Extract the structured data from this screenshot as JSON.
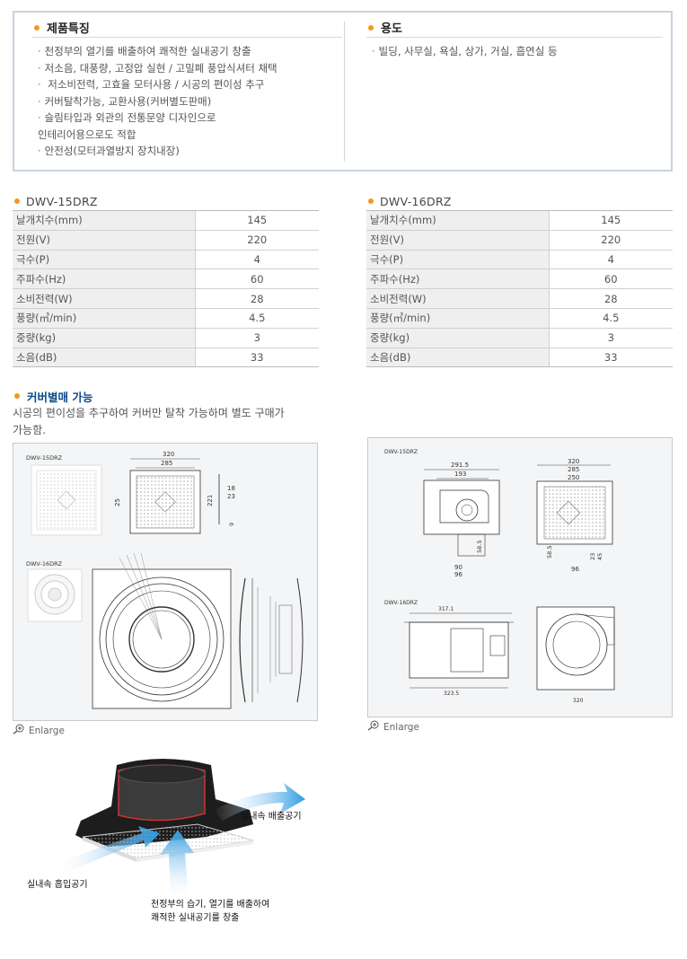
{
  "features": {
    "title": "제품특징",
    "items": [
      "천정부의 열기를 배출하여 쾌적한 실내공기 창출",
      "저소음, 대풍량, 고정압 실현 / 고밀폐 풍압식셔터 채택",
      " 저소비전력, 고효율 모터사용 / 시공의 편이성 추구",
      "커버탈착가능, 교환사용(커버별도판매)",
      "슬림타입과 외관의 전통문양 디자인으로",
      "인테리어용으로도 적합",
      "안전성(모터과열방지 장치내장)"
    ]
  },
  "usage": {
    "title": "용도",
    "items": [
      "빌딩, 사무실, 욕실, 상가, 거실, 흡연실 등"
    ]
  },
  "specs": [
    {
      "model": "DWV-15DRZ",
      "rows": [
        {
          "label": "날개치수(mm)",
          "value": "145"
        },
        {
          "label": "전원(V)",
          "value": "220"
        },
        {
          "label": "극수(P)",
          "value": "4"
        },
        {
          "label": "주파수(Hz)",
          "value": "60"
        },
        {
          "label": "소비전력(W)",
          "value": "28"
        },
        {
          "label": "풍량(㎥/min)",
          "value": "4.5"
        },
        {
          "label": "중량(kg)",
          "value": "3"
        },
        {
          "label": "소음(dB)",
          "value": "33"
        }
      ]
    },
    {
      "model": "DWV-16DRZ",
      "rows": [
        {
          "label": "날개치수(mm)",
          "value": "145"
        },
        {
          "label": "전원(V)",
          "value": "220"
        },
        {
          "label": "극수(P)",
          "value": "4"
        },
        {
          "label": "주파수(Hz)",
          "value": "60"
        },
        {
          "label": "소비전력(W)",
          "value": "28"
        },
        {
          "label": "풍량(㎥/min)",
          "value": "4.5"
        },
        {
          "label": "중량(kg)",
          "value": "3"
        },
        {
          "label": "소음(dB)",
          "value": "33"
        }
      ]
    }
  ],
  "cover": {
    "title": "커버별매 가능",
    "desc_line1": "시공의 편이성을 추구하여 커버만 탈착 가능하며 별도 구매가",
    "desc_line2": "가능함."
  },
  "diagram_left": {
    "label_a": "DWV-15DRZ",
    "label_b": "DWV-16DRZ",
    "dim_320": "320",
    "dim_285": "285",
    "dim_25": "25",
    "dim_221": "221",
    "dim_18": "18",
    "dim_23": "23",
    "dim_9": "9"
  },
  "diagram_right": {
    "label_a": "DWV-15DRZ",
    "label_b": "DWV-16DRZ",
    "dim_2915": "291.5",
    "dim_193": "193",
    "dim_585": "58.5",
    "dim_90": "90",
    "dim_96": "96",
    "dim_320": "320",
    "dim_285": "285",
    "dim_250": "250",
    "dim_23": "23",
    "dim_45": "45",
    "dim_3171": "317.1",
    "dim_3235": "323.5",
    "dim_320b": "320"
  },
  "enlarge_label": "Enlarge",
  "airflow": {
    "exhaust": "실내속 배출공기",
    "intake": "실내속 흡입공기",
    "desc_line1": "천정부의 습기, 열기를 배출하여",
    "desc_line2": "쾌적한 실내공기를 창출"
  },
  "colors": {
    "accent_dot": "#f29a1c",
    "cover_title": "#0c4a8a",
    "box_border": "#c9d3df",
    "arrow_blue": "#3aa6e8"
  }
}
